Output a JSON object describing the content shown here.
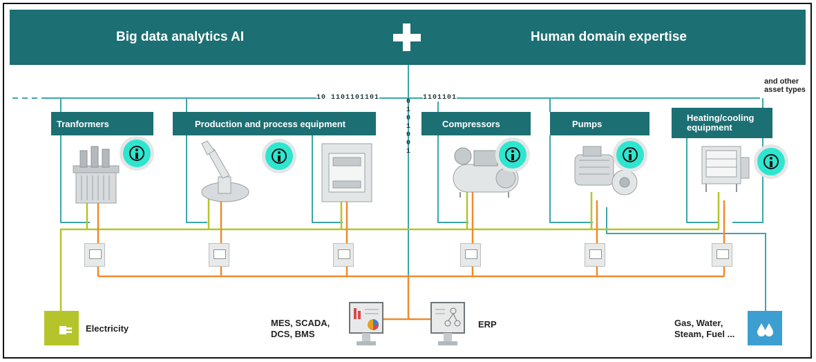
{
  "banner": {
    "left_text": "Big data analytics AI",
    "right_text": "Human domain expertise",
    "joiner_icon": "plus-icon"
  },
  "bus": {
    "binary_left": "10 1101101101",
    "binary_right": "1101101",
    "binary_vertical": [
      "0",
      "1",
      "0",
      "1",
      "0",
      "0",
      "1"
    ],
    "other_assets_note": "and other asset types"
  },
  "asset_groups": [
    {
      "label": "Tranformers"
    },
    {
      "label": "Production and process equipment"
    },
    {
      "label": "Compressors"
    },
    {
      "label": "Pumps"
    },
    {
      "label": "Heating/cooling equipment"
    }
  ],
  "equipment_icons": [
    "transformer-icon",
    "robot-arm-icon",
    "press-machine-icon",
    "compressor-icon",
    "pump-icon",
    "heating-cooling-unit-icon"
  ],
  "info_icon": "info-icon",
  "bottom": {
    "electricity_label": "Electricity",
    "systems_label": "MES, SCADA, DCS, BMS",
    "erp_label": "ERP",
    "utilities_label": "Gas, Water, Steam, Fuel ..."
  },
  "colors": {
    "teal": "#1c6f73",
    "bus_line": "#3aa6a8",
    "power_line": "#b5c42a",
    "data_line": "#f08a2c",
    "info_badge": "#2ee6cf",
    "electricity_icon": "#b5c42a",
    "utilities_icon": "#3d9fd1"
  }
}
